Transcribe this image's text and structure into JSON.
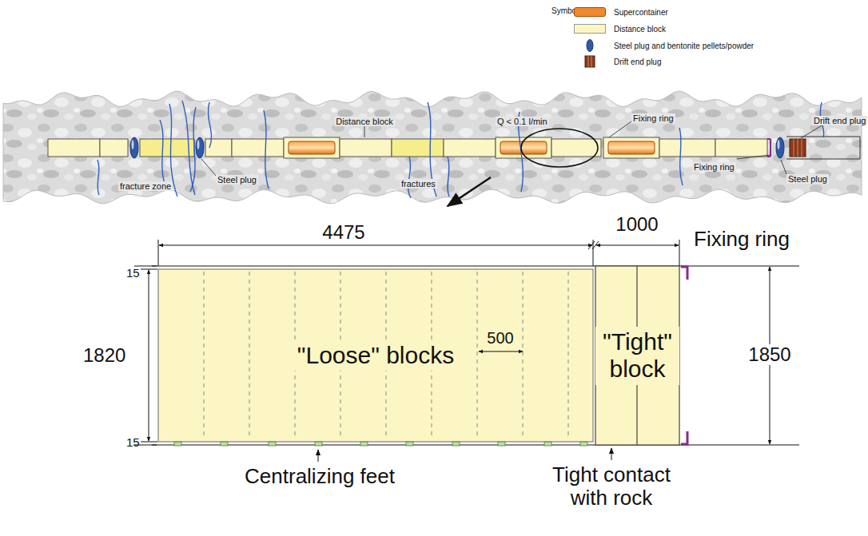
{
  "diagram": {
    "nodes": [
      {
        "text": [
          "\"Loose\" blocks"
        ]
      },
      {
        "text": [
          "\"Tight\" block"
        ]
      }
    ],
    "edges": [],
    "labels": [
      "Symbols:",
      "Distance block",
      "Steel plug",
      "fracture zone",
      "fractures",
      "Q < 0.1 l/min",
      "Fixing ring",
      "Drift end plug",
      "Fixing ring",
      "Steel plug",
      "4475",
      "1000",
      "Fixing ring",
      "15",
      "1820",
      "500",
      "1850",
      "15",
      "Centralizing feet",
      "Tight contact with rock"
    ],
    "legend": [
      {
        "text": "Supercontainer",
        "color": "#f08a2c"
      },
      {
        "text": "Distance block",
        "color": "#fbf6c4"
      },
      {
        "text": "Steel plug and bentonite pellets/powder"
      },
      {
        "text": "Drift end plug"
      }
    ]
  }
}
